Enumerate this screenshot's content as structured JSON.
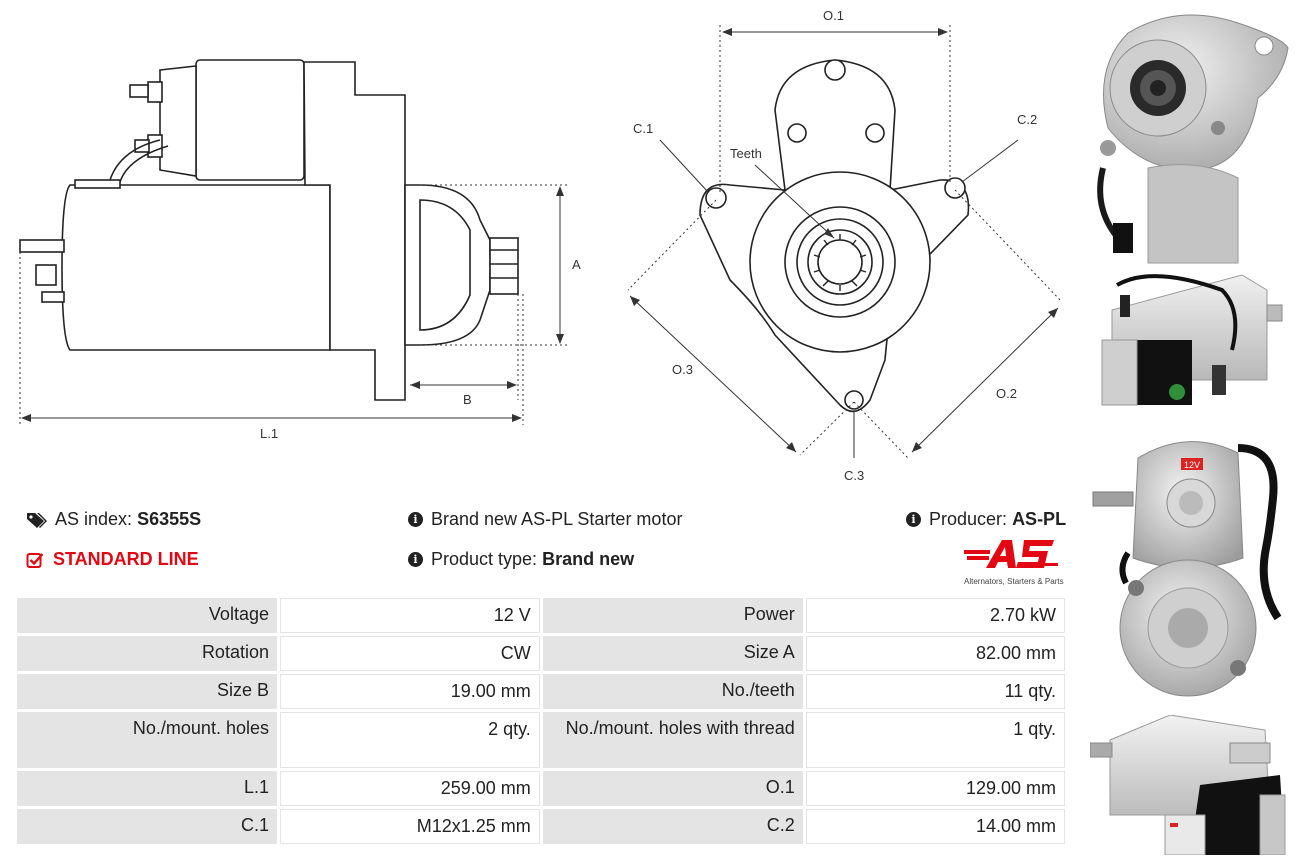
{
  "drawing_left": {
    "labels": {
      "A": "A",
      "B": "B",
      "L1": "L.1"
    }
  },
  "drawing_front": {
    "labels": {
      "O1": "O.1",
      "O2": "O.2",
      "O3": "O.3",
      "C1": "C.1",
      "C2": "C.2",
      "C3": "C.3",
      "teeth": "Teeth"
    }
  },
  "info": {
    "as_index_label": "AS index:",
    "as_index_value": "S6355S",
    "standard_line": "STANDARD LINE",
    "description": "Brand new AS-PL Starter motor",
    "product_type_label": "Product type:",
    "product_type_value": "Brand new",
    "producer_label": "Producer:",
    "producer_value": "AS-PL"
  },
  "logo": {
    "mark": "AS",
    "tagline": "Alternators, Starters & Parts",
    "color": "#e30613"
  },
  "specs": [
    {
      "k1": "Voltage",
      "v1": "12 V",
      "k2": "Power",
      "v2": "2.70 kW"
    },
    {
      "k1": "Rotation",
      "v1": "CW",
      "k2": "Size A",
      "v2": "82.00 mm"
    },
    {
      "k1": "Size B",
      "v1": "19.00 mm",
      "k2": "No./teeth",
      "v2": "11 qty."
    },
    {
      "k1": "No./mount. holes",
      "v1": "2 qty.",
      "k2": "No./mount. holes with thread",
      "v2": "1 qty."
    },
    {
      "k1": "L.1",
      "v1": "259.00 mm",
      "k2": "O.1",
      "v2": "129.00 mm"
    },
    {
      "k1": "C.1",
      "v1": "M12x1.25 mm",
      "k2": "C.2",
      "v2": "14.00 mm"
    }
  ],
  "photos": {
    "badge_12v": "12V"
  },
  "icons": [
    "tags-icon",
    "checkbox-icon",
    "info-icon"
  ],
  "colors": {
    "accent": "#e30613",
    "label_bg": "#e4e4e4"
  }
}
